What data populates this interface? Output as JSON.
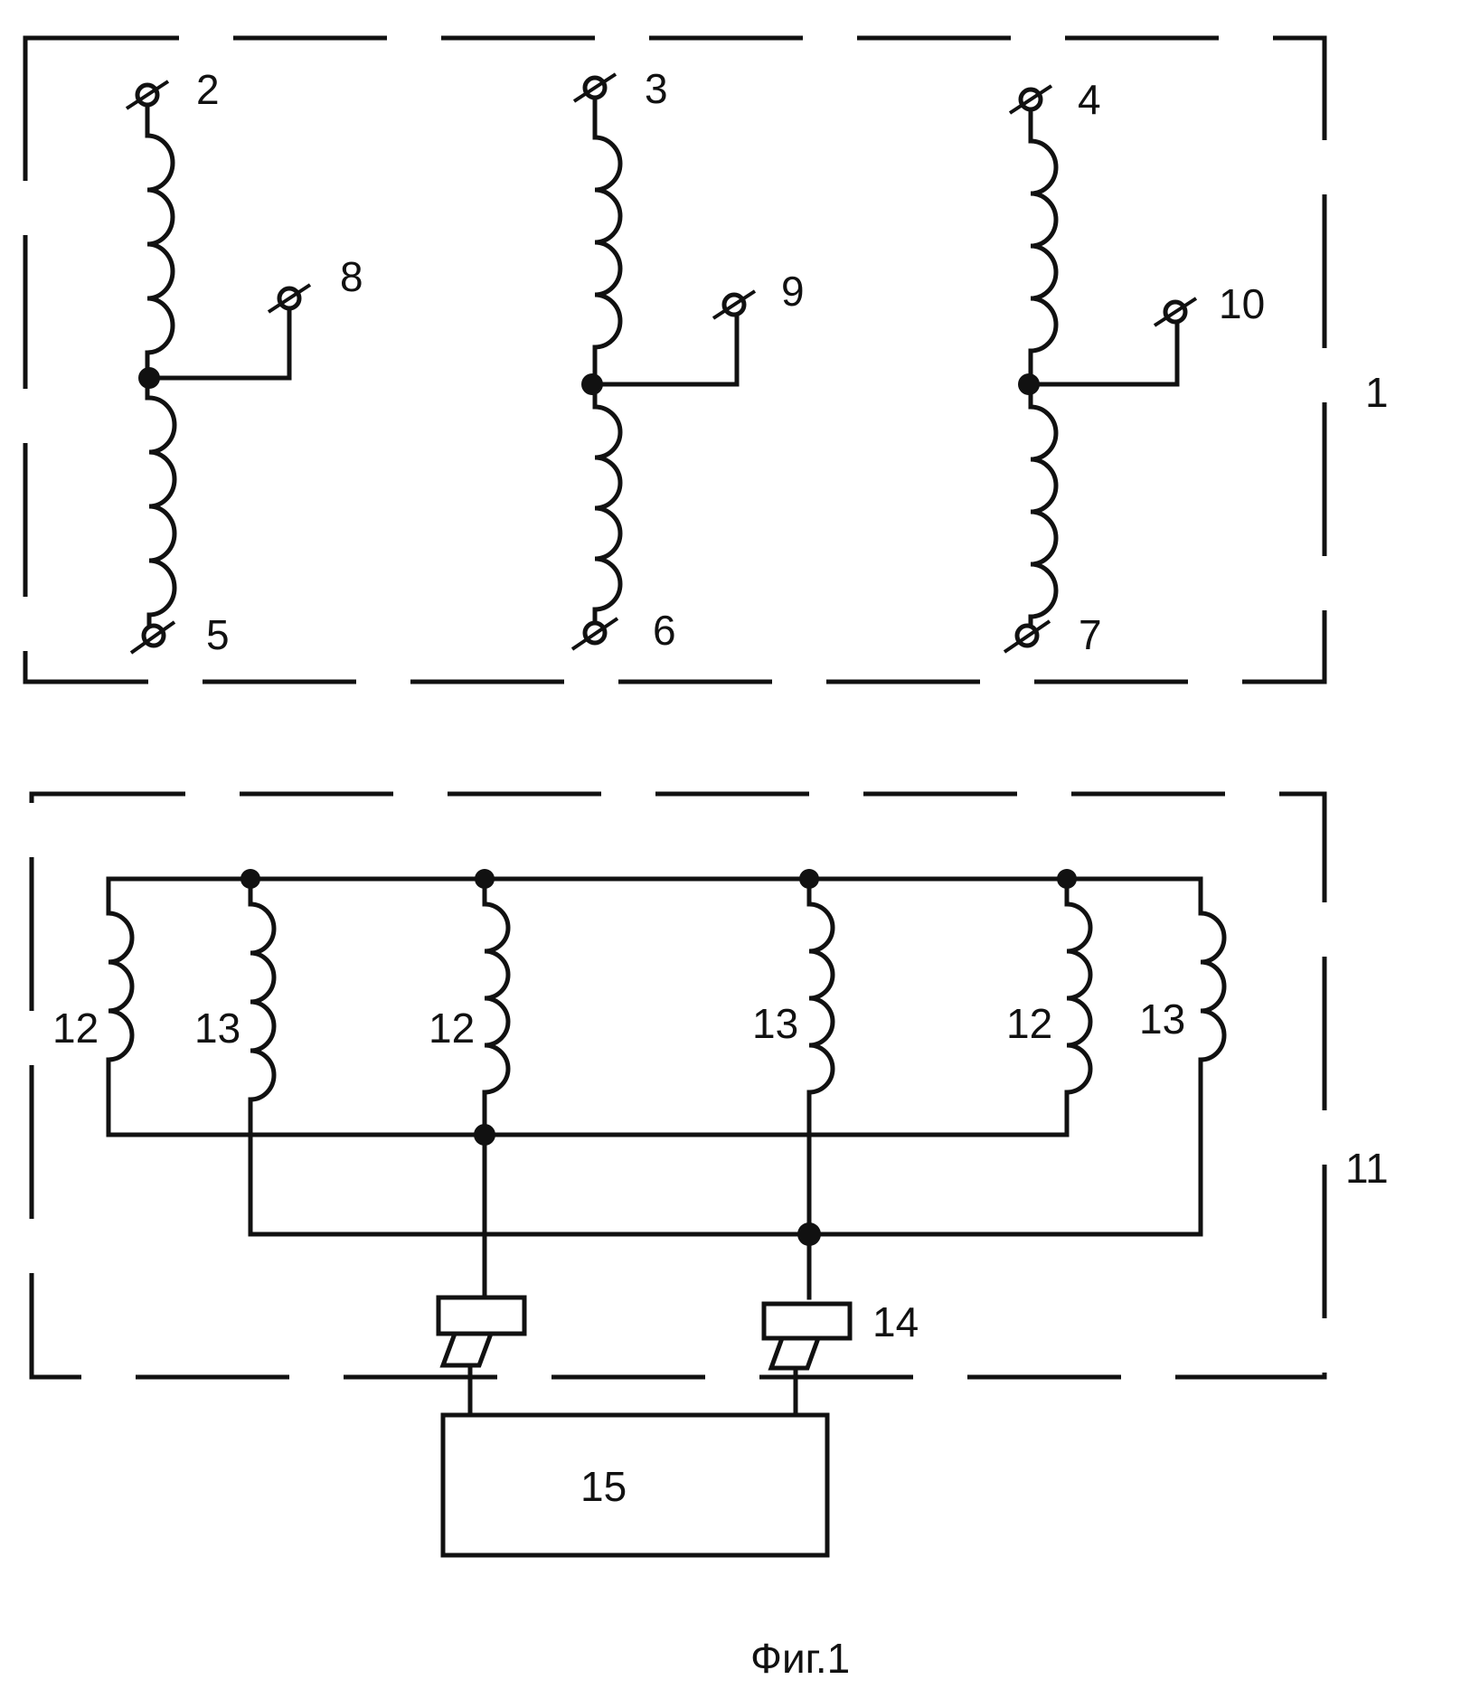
{
  "figure": {
    "caption": "Фиг.1"
  },
  "top_unit": {
    "label": "1",
    "windings": [
      {
        "top_terminal": "2",
        "tap_terminal": "8",
        "bottom_terminal": "5"
      },
      {
        "top_terminal": "3",
        "tap_terminal": "9",
        "bottom_terminal": "6"
      },
      {
        "top_terminal": "4",
        "tap_terminal": "10",
        "bottom_terminal": "7"
      }
    ]
  },
  "bottom_unit": {
    "label": "11",
    "coils": [
      "12",
      "13",
      "12",
      "13",
      "12",
      "13"
    ],
    "sensor_label": "14",
    "device_label": "15"
  },
  "colors": {
    "ink": "#111111",
    "background": "#ffffff"
  }
}
